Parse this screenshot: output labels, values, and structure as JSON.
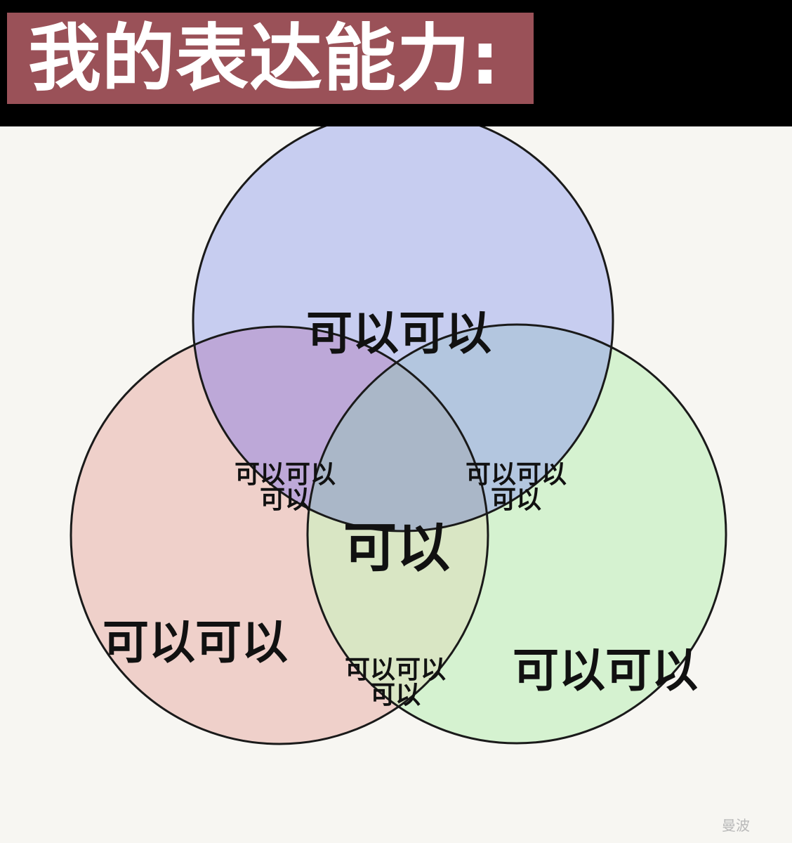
{
  "header": {
    "title": "我的表达能力:"
  },
  "venn": {
    "top_only": "可以可以",
    "left_only": "可以可以",
    "right_only": "可以可以",
    "top_left_line1": "可以可以",
    "top_left_line2": "可以",
    "top_right_line1": "可以可以",
    "top_right_line2": "可以",
    "bottom_line1": "可以可以",
    "bottom_line2": "可以",
    "center": "可以"
  },
  "colors": {
    "header_bg": "#000000",
    "title_bg": "#9a5158",
    "circle_top": "#c7cdf0",
    "circle_left": "#efd0ca",
    "circle_right": "#d5f2d0",
    "outline": "#1a1a1a"
  },
  "watermark": "曼波"
}
